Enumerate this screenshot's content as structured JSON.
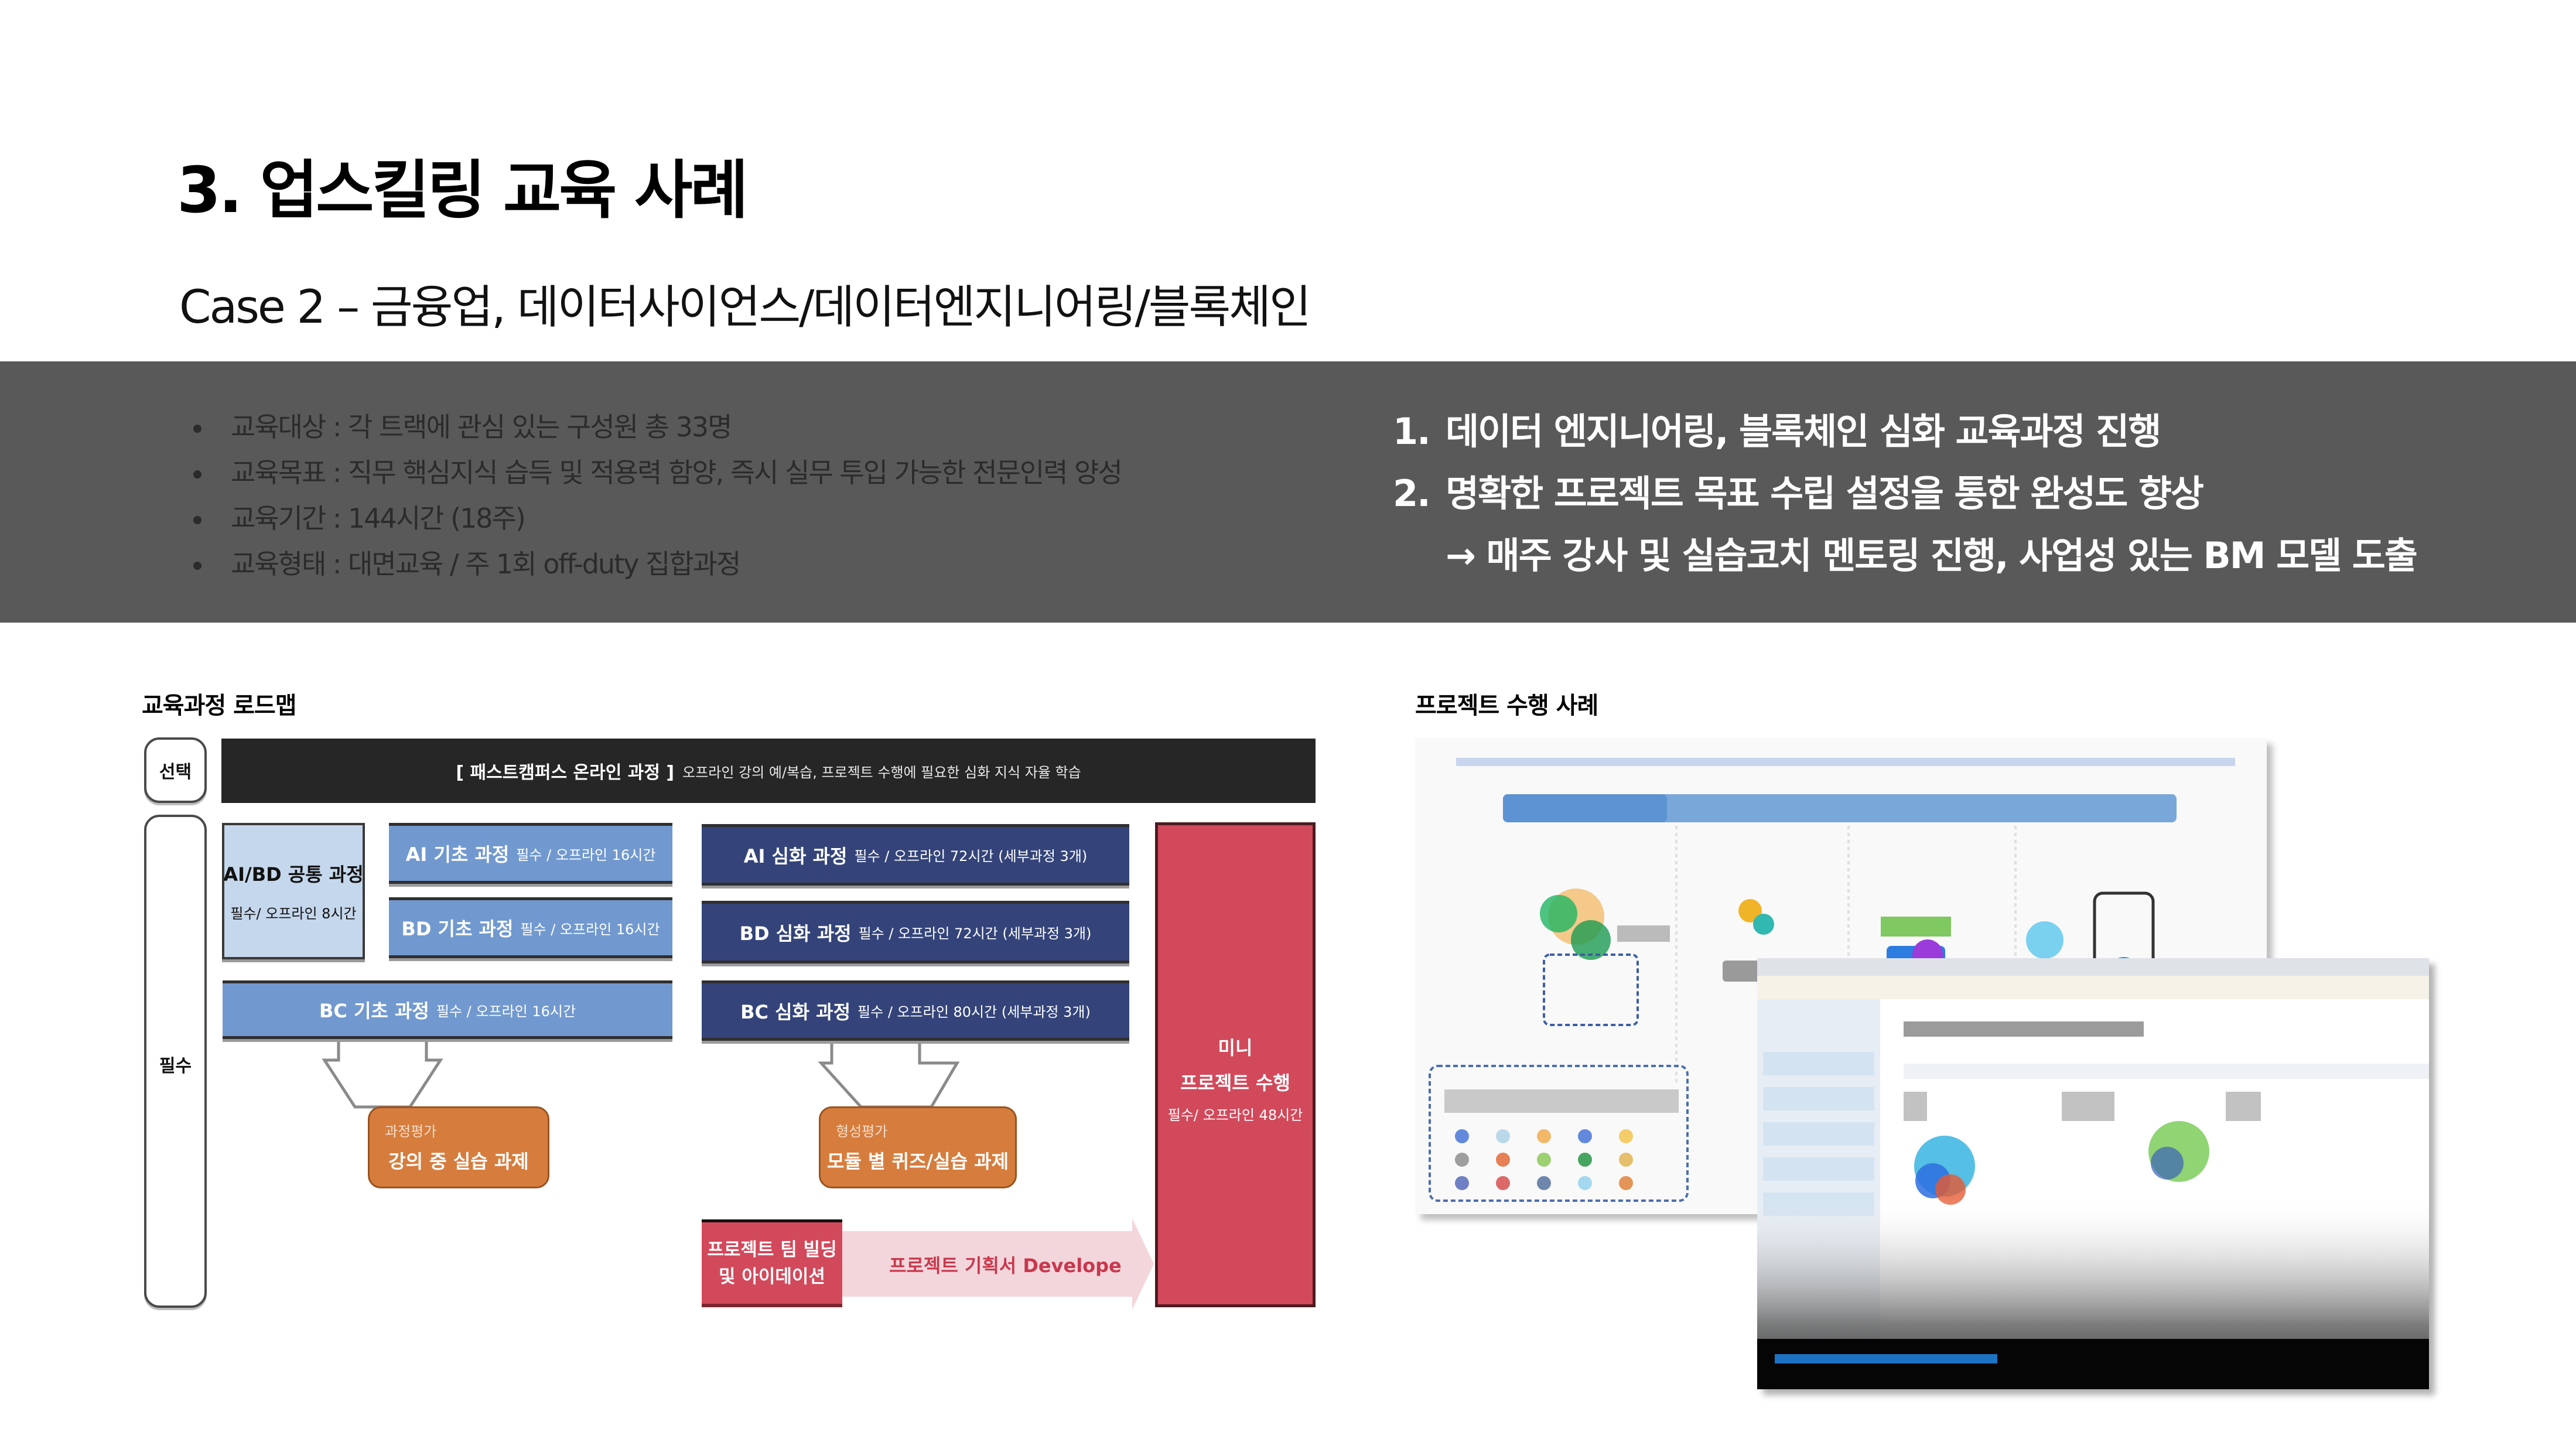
{
  "header": {
    "title": "3. 업스킬링 교육 사례",
    "subtitle": "Case 2 – 금융업, 데이터사이언스/데이터엔지니어링/블록체인"
  },
  "summary": {
    "bullets": [
      "교육대상 : 각 트랙에 관심 있는 구성원 총 33명",
      "교육목표 : 직무 핵심지식 습득 및 적용력 함양, 즉시 실무 투입 가능한 전문인력 양성",
      "교육기간 : 144시간 (18주)",
      "교육형태 : 대면교육 / 주 1회 off-duty 집합과정"
    ],
    "key_points": [
      {
        "num": "1.",
        "text": "데이터 엔지니어링, 블록체인 심화 교육과정 진행"
      },
      {
        "num": "2.",
        "text": "명확한 프로젝트 목표 수립 설정을 통한 완성도 향상"
      }
    ],
    "key_point_sub": "→ 매주 강사 및 실습코치 멘토링 진행, 사업성 있는 BM 모델 도출",
    "colors": {
      "band": "#595959",
      "bullet_text": "#2b2b2b",
      "point_text": "#ffffff"
    }
  },
  "roadmap": {
    "label": "교육과정 로드맵",
    "rows": {
      "optional": "선택",
      "required": "필수"
    },
    "online": {
      "title": "[ 패스트캠퍼스 온라인 과정 ]",
      "desc": "오프라인 강의 예/복습, 프로젝트 수행에 필요한 심화 지식 자율 학습"
    },
    "common": {
      "name": "AI/BD 공통 과정",
      "meta": "필수/ 오프라인 8시간"
    },
    "basic": [
      {
        "name": "AI 기초  과정",
        "meta": "필수 / 오프라인 16시간"
      },
      {
        "name": "BD 기초  과정",
        "meta": "필수 / 오프라인 16시간"
      },
      {
        "name": "BC 기초  과정",
        "meta": "필수 / 오프라인 16시간"
      }
    ],
    "advanced": [
      {
        "name": "AI 심화 과정",
        "meta": "필수 / 오프라인 72시간 (세부과정 3개)"
      },
      {
        "name": "BD 심화 과정",
        "meta": "필수 / 오프라인 72시간 (세부과정 3개)"
      },
      {
        "name": "BC 심화 과정",
        "meta": "필수 / 오프라인 80시간 (세부과정 3개)"
      }
    ],
    "assessments": [
      {
        "tag": "과정평가",
        "text": "강의 중 실습 과제"
      },
      {
        "tag": "형성평가",
        "text": "모듈 별 퀴즈/실습 과제"
      }
    ],
    "mini_project": {
      "line1": "미니",
      "line2": "프로젝트 수행",
      "meta": "필수/ 오프라인 48시간"
    },
    "team_building": {
      "line1": "프로젝트 팀 빌딩",
      "line2": "및 아이데이션"
    },
    "develop_arrow": "프로젝트 기획서 Develope",
    "colors": {
      "light_blue": "#7199cf",
      "pale_blue": "#c5d7ec",
      "navy": "#34447a",
      "red": "#d2495b",
      "orange": "#d67d3e",
      "pink_arrow": "#f3d6dc",
      "dark_bar": "#262626"
    }
  },
  "projects": {
    "label": "프로젝트 수행 사례"
  }
}
